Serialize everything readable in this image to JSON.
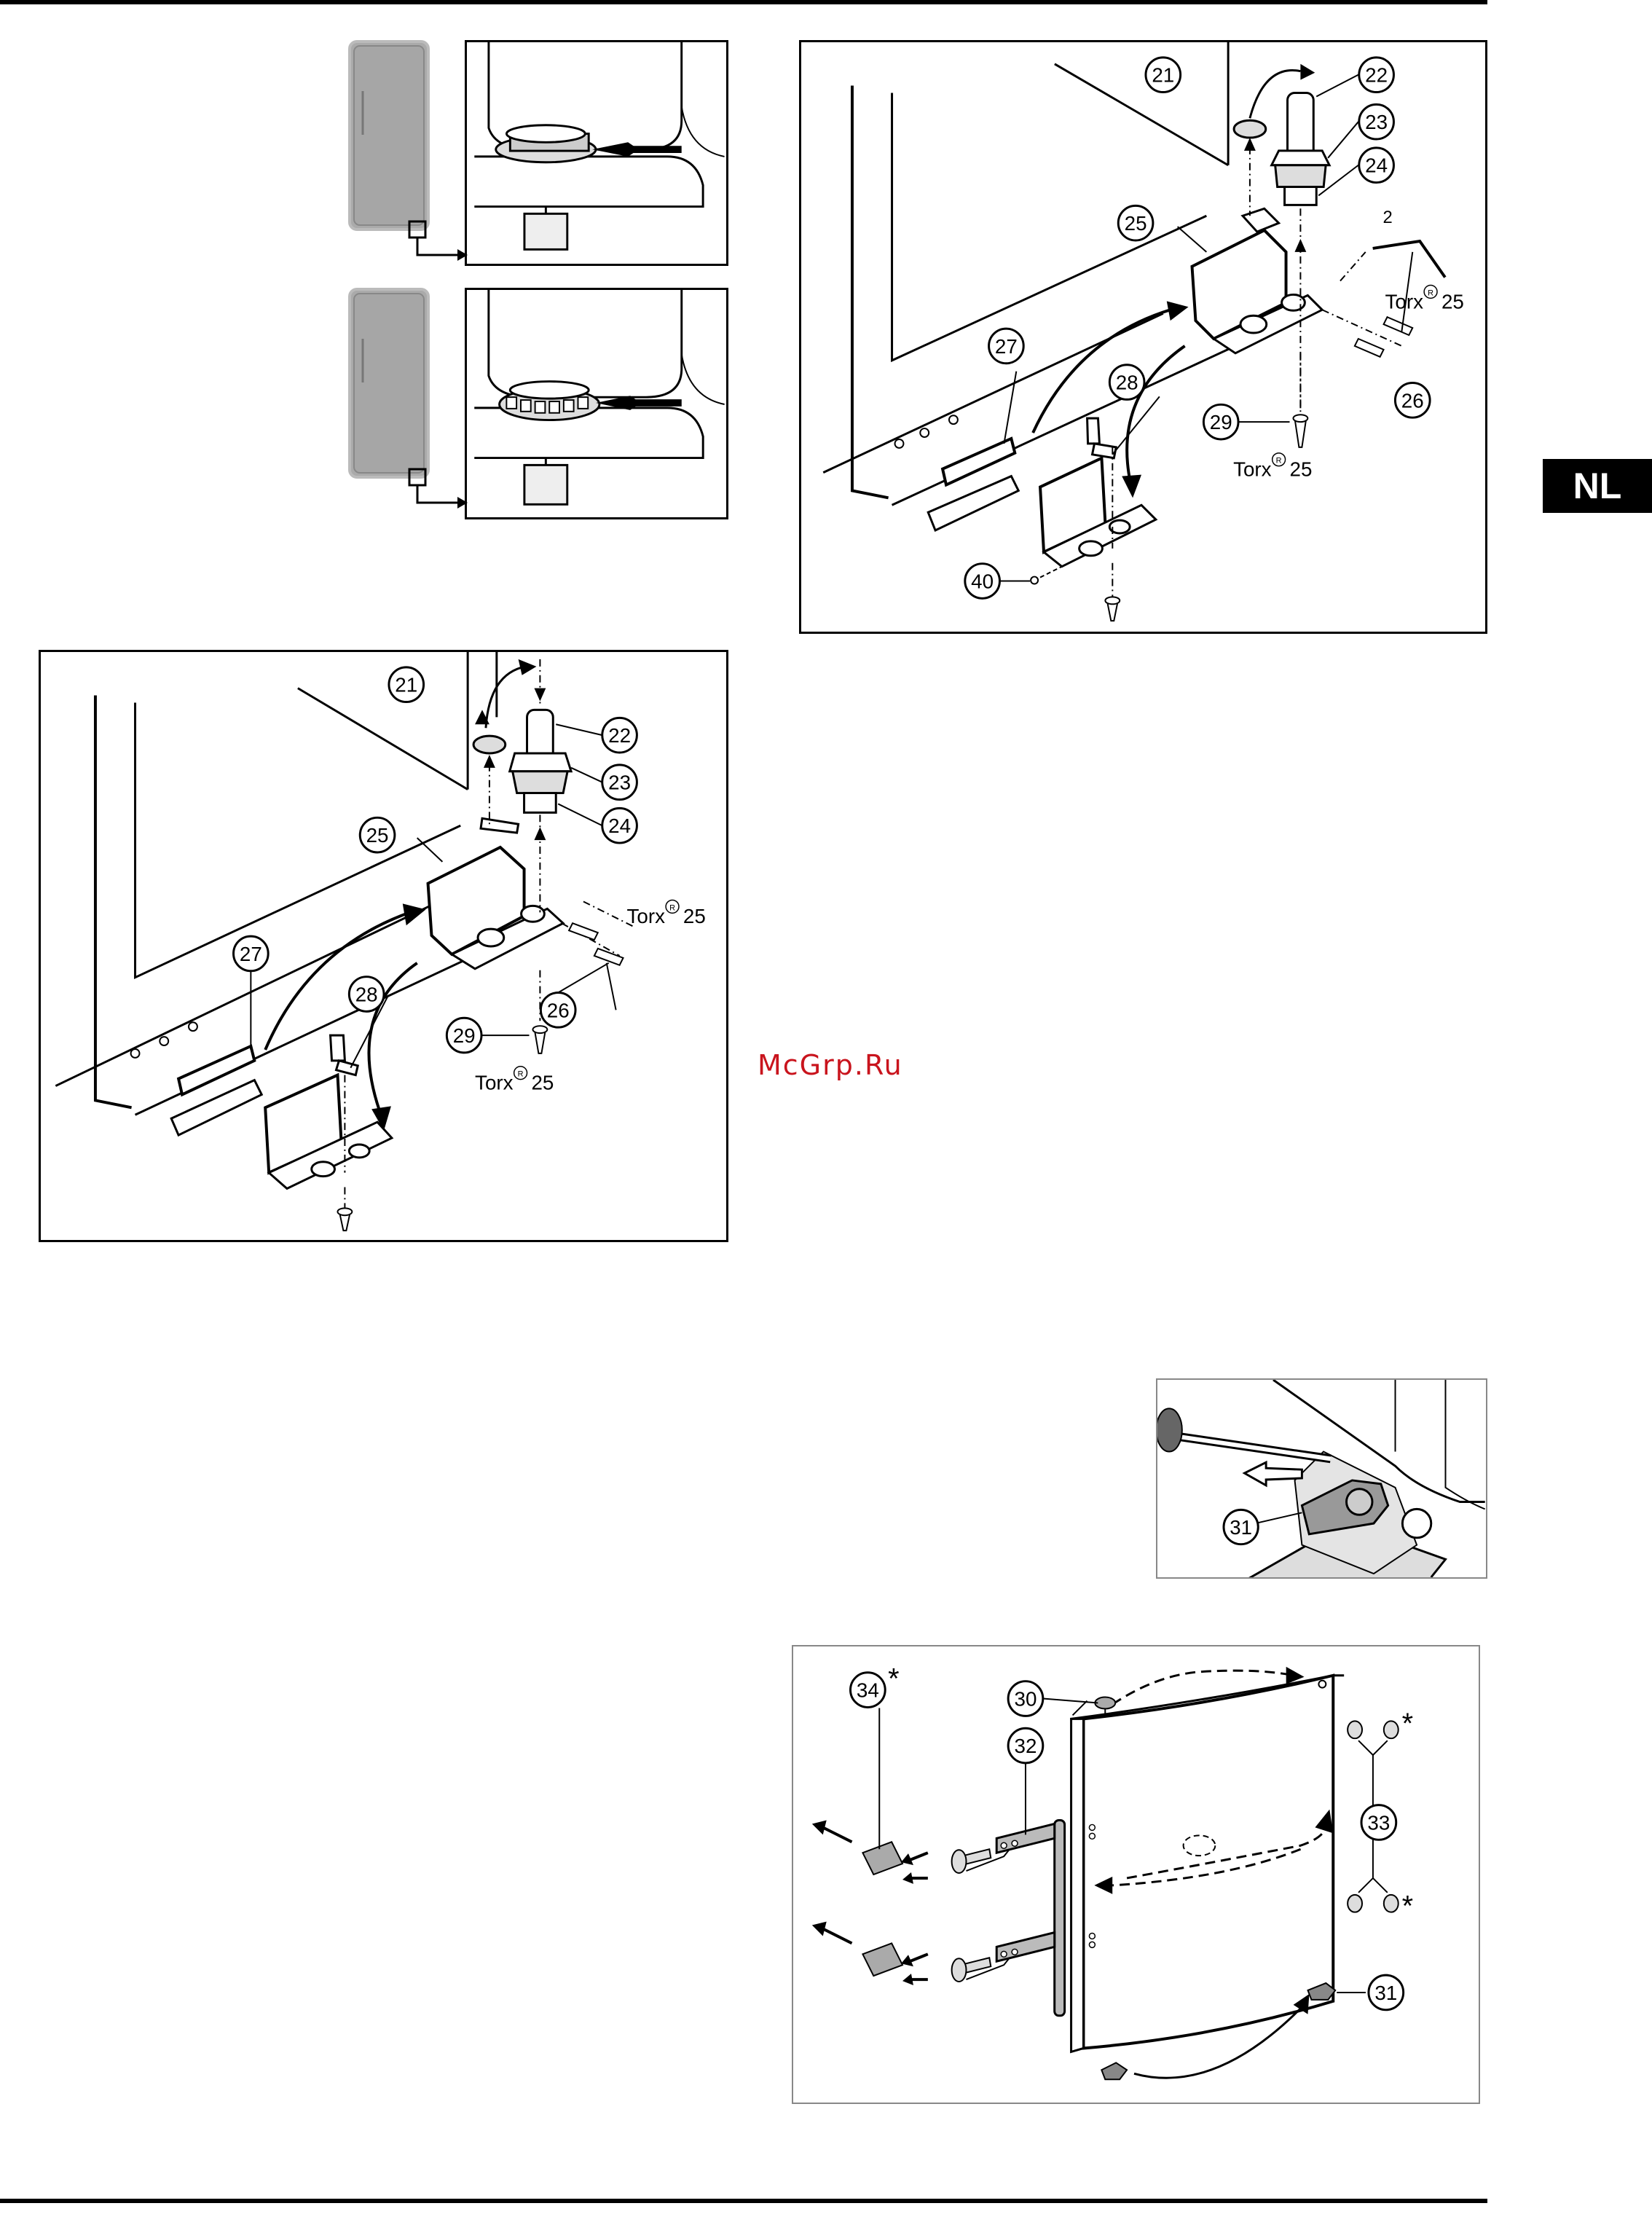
{
  "page": {
    "language_tab": "NL",
    "watermark": "McGrp.Ru"
  },
  "figures": {
    "top_right": {
      "callouts": [
        "21",
        "22",
        "23",
        "24",
        "25",
        "26",
        "27",
        "28",
        "29",
        "40"
      ],
      "torx_upper": "Torx",
      "torx_upper_num": "25",
      "torx_lower": "Torx",
      "torx_lower_num": "25",
      "hex_key_size": "2",
      "reg_mark": "R"
    },
    "middle_left": {
      "callouts": [
        "21",
        "22",
        "23",
        "24",
        "25",
        "26",
        "27",
        "28",
        "29"
      ],
      "torx_upper": "Torx",
      "torx_upper_num": "25",
      "torx_lower": "Torx",
      "torx_lower_num": "25",
      "reg_mark": "R"
    },
    "clip_detail": {
      "callout": "31"
    },
    "door_diagram": {
      "callouts": [
        "34",
        "30",
        "32",
        "33",
        "31"
      ],
      "asterisk": "*"
    }
  }
}
